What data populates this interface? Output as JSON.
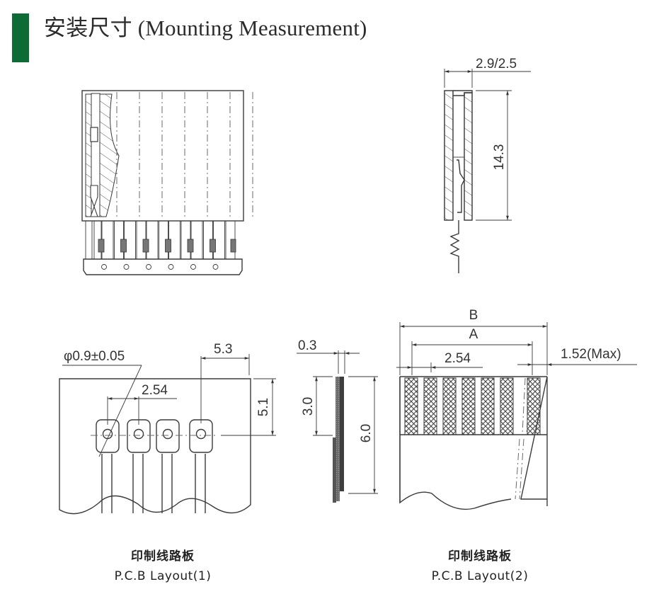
{
  "header": {
    "title": "安装尺寸 (Mounting Measurement)",
    "accent_color": "#0d6b36"
  },
  "side_view": {
    "width_label": "2.9/2.5",
    "height_label": "14.3"
  },
  "pcb_layout_1": {
    "hole_label": "φ0.9±0.05",
    "pitch_label": "2.54",
    "edge_label": "5.3",
    "depth_label": "5.1",
    "pad_count": 4,
    "caption_cn": "印制线路板",
    "caption_en": "P.C.B Layout(1)"
  },
  "fpc_side": {
    "thickness_label": "0.3",
    "contact_label": "3.0",
    "length_label": "6.0"
  },
  "pcb_layout_2": {
    "b_label": "B",
    "a_label": "A",
    "pitch_label": "2.54",
    "max_label": "1.52(Max)",
    "contact_count": 7,
    "caption_cn": "印制线路板",
    "caption_en": "P.C.B Layout(2)"
  },
  "front_view": {
    "pin_count": 6
  }
}
